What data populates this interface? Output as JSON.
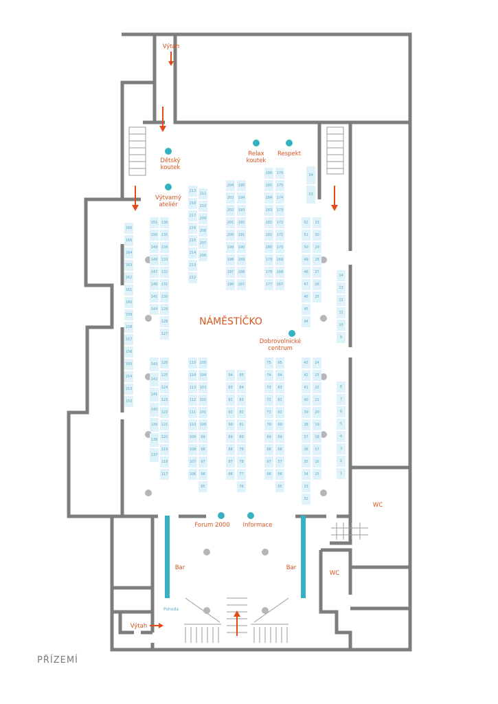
{
  "floor_label": "PŘÍZEMÍ",
  "colors": {
    "wall": "#7d7d7d",
    "stand_fill": "#dff2f9",
    "stand_text": "#5aa8c8",
    "label": "#d9531e",
    "poi": "#36b2c3",
    "column": "#b6b6b6",
    "arrow": "#e24a17"
  },
  "labels": {
    "vytah_top": "Výtah",
    "detsky_1": "Dětský",
    "detsky_2": "koutek",
    "vytvarny_1": "Výtvarný",
    "vytvarny_2": "ateliér",
    "relax_1": "Relax",
    "relax_2": "koutek",
    "respekt": "Respekt",
    "namesticko": "NÁMĚSTÍČKO",
    "dobro_1": "Dobrovolnické",
    "dobro_2": "centrum",
    "forum": "Forum 2000",
    "informace": "Informace",
    "wc_right": "WC",
    "wc_small": "WC",
    "bar_left": "Bar",
    "bar_right": "Bar",
    "vytah_bottom": "Výtah",
    "pohoda": "Pohoda"
  },
  "stands": {
    "col_195": [
      "211",
      "210",
      "209",
      "208",
      "207",
      "206"
    ],
    "col_213": [
      "213",
      "218",
      "217",
      "216",
      "215",
      "214",
      "213",
      "212"
    ],
    "col_204": [
      "204",
      "203",
      "202",
      "201",
      "200",
      "199",
      "198",
      "197",
      "196"
    ],
    "col_195b": [
      "195",
      "194",
      "193",
      "192",
      "191",
      "190",
      "189",
      "188",
      "187"
    ],
    "col_186": [
      "186",
      "185",
      "184",
      "183",
      "182",
      "181",
      "180",
      "179",
      "178",
      "177"
    ],
    "col_176": [
      "176",
      "175",
      "174",
      "173",
      "172",
      "171",
      "170",
      "169",
      "168",
      "167"
    ],
    "col_151": [
      "151",
      "150",
      "149",
      "148",
      "147",
      "146",
      "145",
      "144"
    ],
    "col_136": [
      "136",
      "135",
      "134",
      "133",
      "132",
      "131",
      "130",
      "129",
      "128",
      "127"
    ],
    "col_166": [
      "166",
      "165",
      "164",
      "163",
      "162",
      "161",
      "160",
      "159",
      "158",
      "157",
      "156",
      "155",
      "154",
      "153",
      "152"
    ],
    "col_54": [
      "54",
      "53"
    ],
    "col_52": [
      "52",
      "51",
      "50",
      "49",
      "48",
      "47",
      "46",
      "45",
      "44"
    ],
    "col_33": [
      "33",
      "30",
      "29",
      "28",
      "27",
      "26",
      "25"
    ],
    "col_14": [
      "14",
      "13",
      "12",
      "11",
      "10",
      "9"
    ],
    "col_143": [
      "143",
      "142",
      "141",
      "140",
      "139",
      "138",
      "137"
    ],
    "col_126": [
      "126",
      "125",
      "124",
      "123",
      "122",
      "121",
      "120",
      "119",
      "118",
      "117"
    ],
    "col_115": [
      "115",
      "114",
      "113",
      "112",
      "111",
      "110",
      "109",
      "108",
      "107",
      "106"
    ],
    "col_105": [
      "105",
      "104",
      "103",
      "102",
      "101",
      "100",
      "99",
      "98",
      "97",
      "96",
      "95"
    ],
    "col_94": [
      "94",
      "93",
      "92",
      "91",
      "90",
      "89",
      "88",
      "87",
      "86"
    ],
    "col_85": [
      "85",
      "84",
      "83",
      "82",
      "81",
      "80",
      "79",
      "78",
      "77",
      "76"
    ],
    "col_75": [
      "75",
      "74",
      "73",
      "72",
      "71",
      "70",
      "69",
      "68",
      "67",
      "66"
    ],
    "col_65": [
      "65",
      "64",
      "63",
      "62",
      "61",
      "60",
      "59",
      "58",
      "57",
      "56",
      "55"
    ],
    "col_43": [
      "43",
      "42",
      "41",
      "40",
      "39",
      "38",
      "37",
      "36",
      "35",
      "34",
      "33",
      "32"
    ],
    "col_24": [
      "24",
      "23",
      "22",
      "21",
      "20",
      "19",
      "18",
      "17",
      "16",
      "15"
    ],
    "col_8": [
      "8",
      "7",
      "6",
      "5",
      "4",
      "3",
      "2",
      "1"
    ]
  }
}
